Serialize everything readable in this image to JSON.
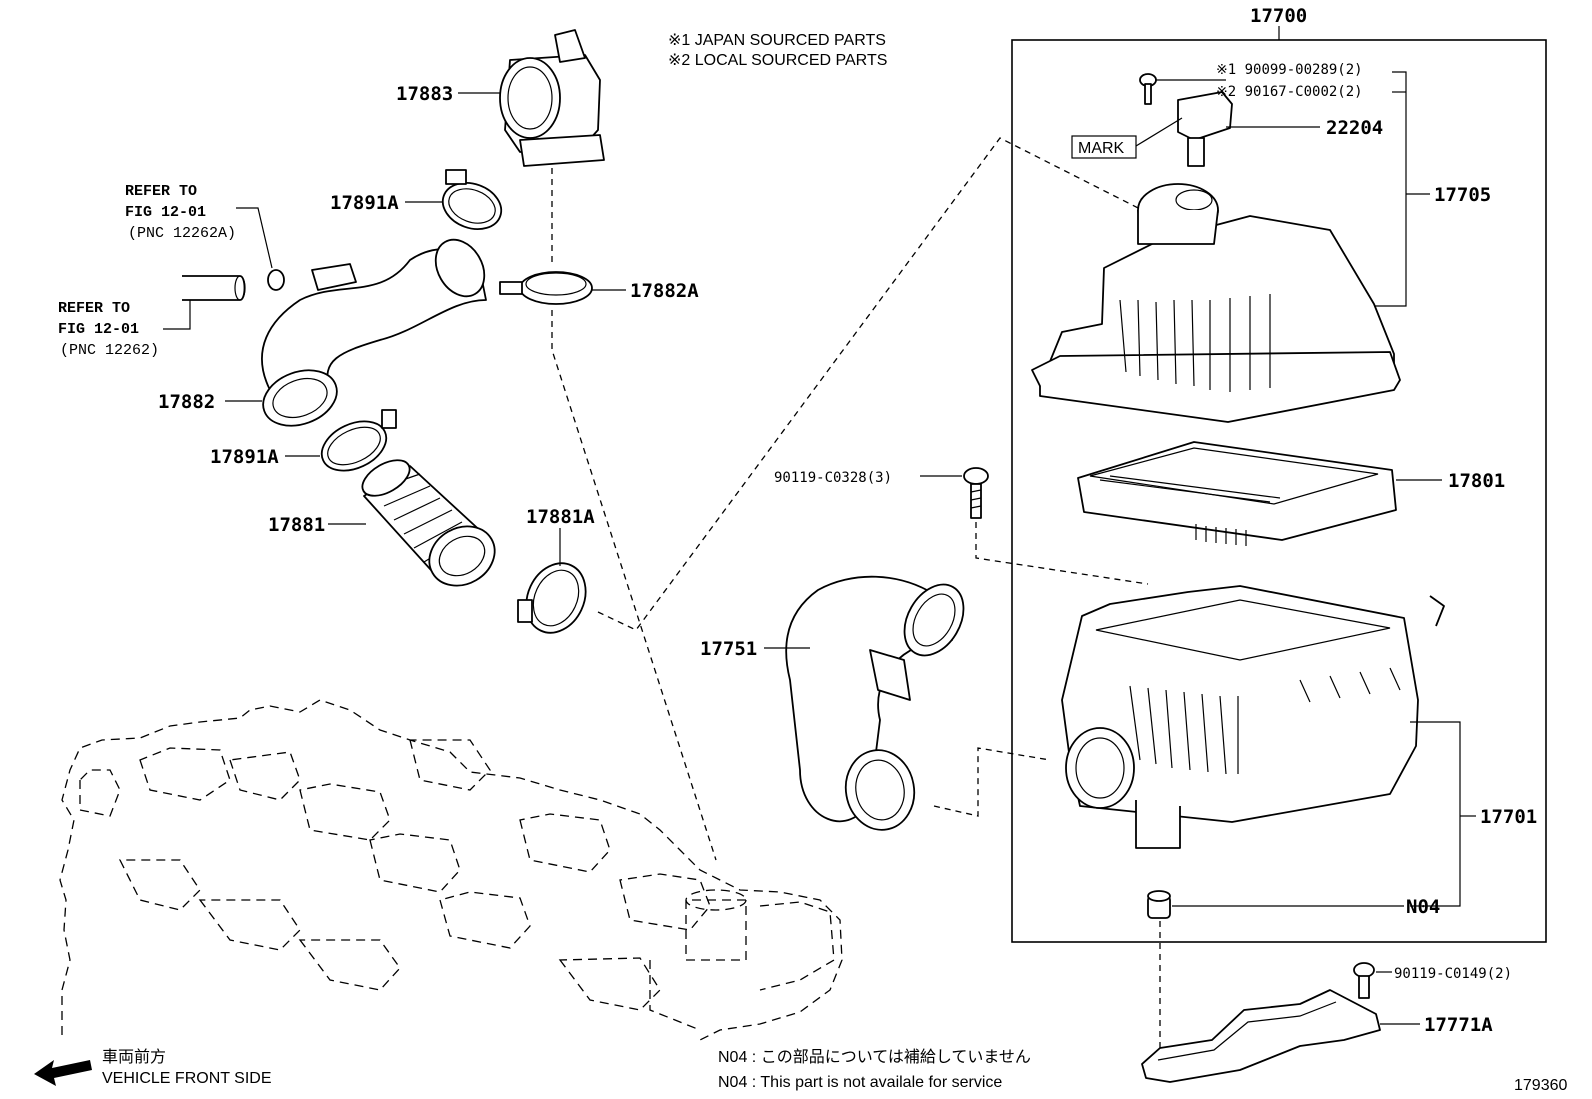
{
  "notes": {
    "japan": "※1 JAPAN SOURCED PARTS",
    "local": "※2 LOCAL SOURCED PARTS"
  },
  "parts": {
    "p17700": "17700",
    "p190099": "※1 90099-00289(2)",
    "p290167": "※2 90167-C0002(2)",
    "p22204": "22204",
    "mark": "MARK",
    "p17705": "17705",
    "p17883": "17883",
    "p17891A_top": "17891A",
    "p17882A": "17882A",
    "p17882": "17882",
    "p17891A_bottom": "17891A",
    "p17881": "17881",
    "p17881A": "17881A",
    "p90119_c0328": "90119-C0328(3)",
    "p17801": "17801",
    "p17751": "17751",
    "p17701": "17701",
    "pN04": "N04",
    "p90119_c0149": "90119-C0149(2)",
    "p17771A": "17771A"
  },
  "refs": {
    "ref1_line1": "REFER TO",
    "ref1_line2": "FIG 12-01",
    "ref1_line3": "(PNC 12262A)",
    "ref2_line1": "REFER TO",
    "ref2_line2": "FIG 12-01",
    "ref2_line3": "(PNC 12262)"
  },
  "footer": {
    "front_jp": "車両前方",
    "front_en": "VEHICLE FRONT SIDE",
    "n04_jp": "N04 : この部品については補給していません",
    "n04_en": "N04 : This part is not availale for service",
    "figure_no": "179360"
  }
}
